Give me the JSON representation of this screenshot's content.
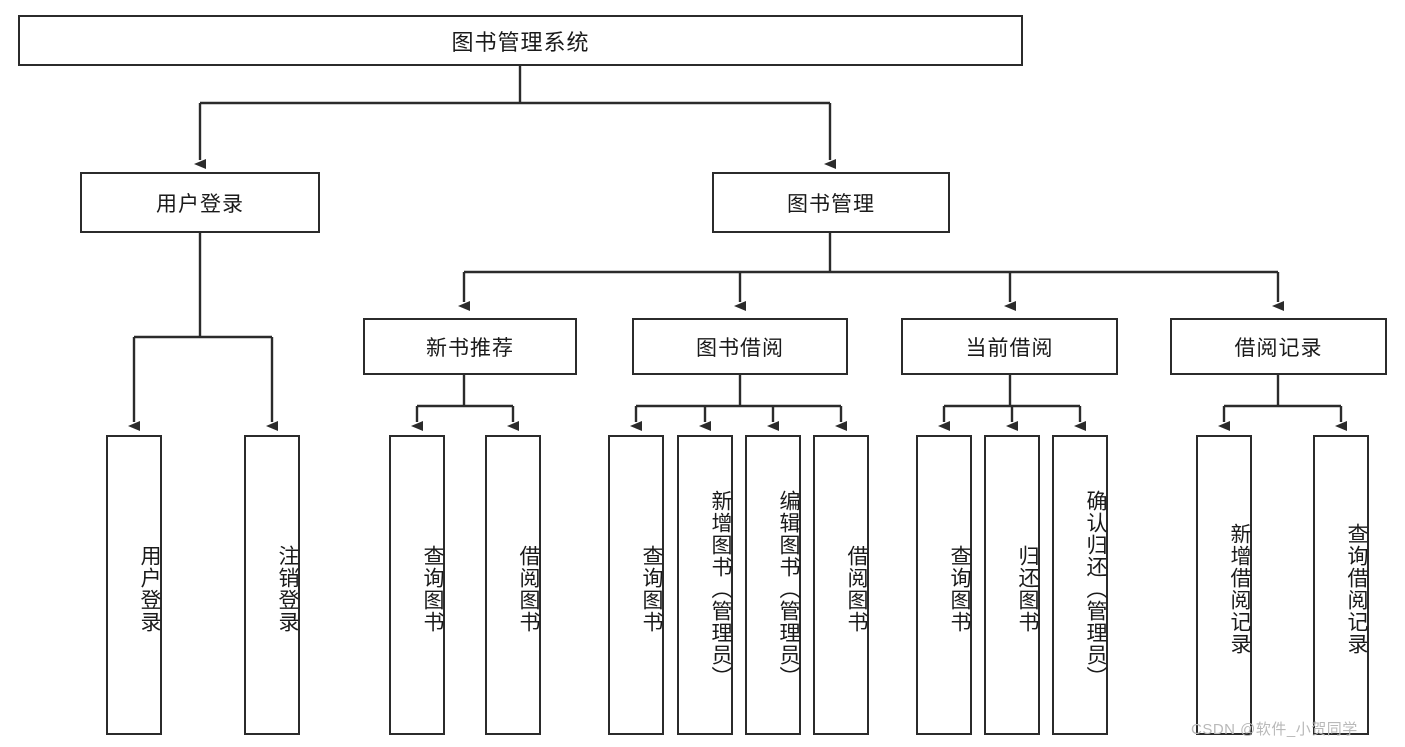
{
  "diagram": {
    "type": "tree",
    "title": "图书管理系统",
    "watermark": "CSDN @软件_小贺同学",
    "colors": {
      "border": "#2b2b2b",
      "background": "#ffffff",
      "text": "#1a1a1a",
      "watermark": "#b9b9b9"
    },
    "levels": {
      "root": {
        "label": "图书管理系统"
      },
      "level2": [
        {
          "label": "用户登录"
        },
        {
          "label": "图书管理"
        }
      ],
      "level3": [
        {
          "label": "新书推荐"
        },
        {
          "label": "图书借阅"
        },
        {
          "label": "当前借阅"
        },
        {
          "label": "借阅记录"
        }
      ],
      "leaves": [
        {
          "label": "用户登录",
          "parent": "用户登录"
        },
        {
          "label": "注销登录",
          "parent": "用户登录"
        },
        {
          "label": "查询图书",
          "parent": "新书推荐"
        },
        {
          "label": "借阅图书",
          "parent": "新书推荐"
        },
        {
          "label": "查询图书",
          "parent": "图书借阅"
        },
        {
          "label": "新增图书（管理员）",
          "parent": "图书借阅"
        },
        {
          "label": "编辑图书（管理员）",
          "parent": "图书借阅"
        },
        {
          "label": "借阅图书",
          "parent": "图书借阅"
        },
        {
          "label": "查询图书",
          "parent": "当前借阅"
        },
        {
          "label": "归还图书",
          "parent": "当前借阅"
        },
        {
          "label": "确认归还（管理员）",
          "parent": "当前借阅"
        },
        {
          "label": "新增借阅记录",
          "parent": "借阅记录"
        },
        {
          "label": "查询借阅记录",
          "parent": "借阅记录"
        }
      ]
    }
  }
}
